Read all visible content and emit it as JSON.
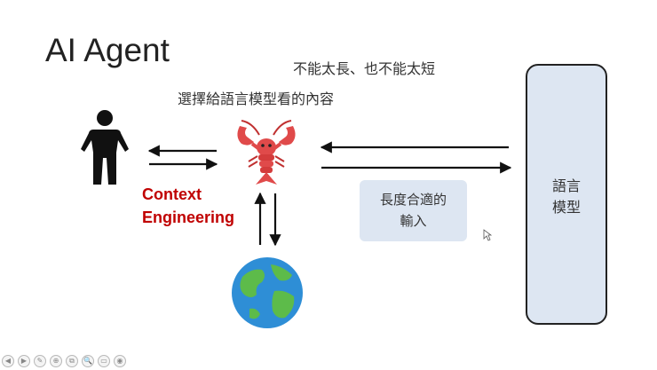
{
  "slide": {
    "title": "AI Agent",
    "caption_length": "不能太長、也不能太短",
    "caption_select": "選擇給語言模型看的內容",
    "context_engineering_line1": "Context",
    "context_engineering_line2": "Engineering",
    "language_model_line1": "語言",
    "language_model_line2": "模型",
    "fit_input_line1": "長度合適的",
    "fit_input_line2": "輸入"
  },
  "icons": {
    "human": "person-icon",
    "agent": "lobster-icon",
    "environment": "globe-icon"
  },
  "colors": {
    "accent_red": "#c00000",
    "box_fill": "#dde6f2",
    "arrow": "#111111",
    "lobster": "#e04a4a",
    "ocean": "#2e8ed6",
    "land": "#5dbb4a"
  },
  "toolbar": {
    "buttons": [
      "◀",
      "▶",
      "✎",
      "⊕",
      "⧉",
      "🔍",
      "▭",
      "◉"
    ]
  }
}
